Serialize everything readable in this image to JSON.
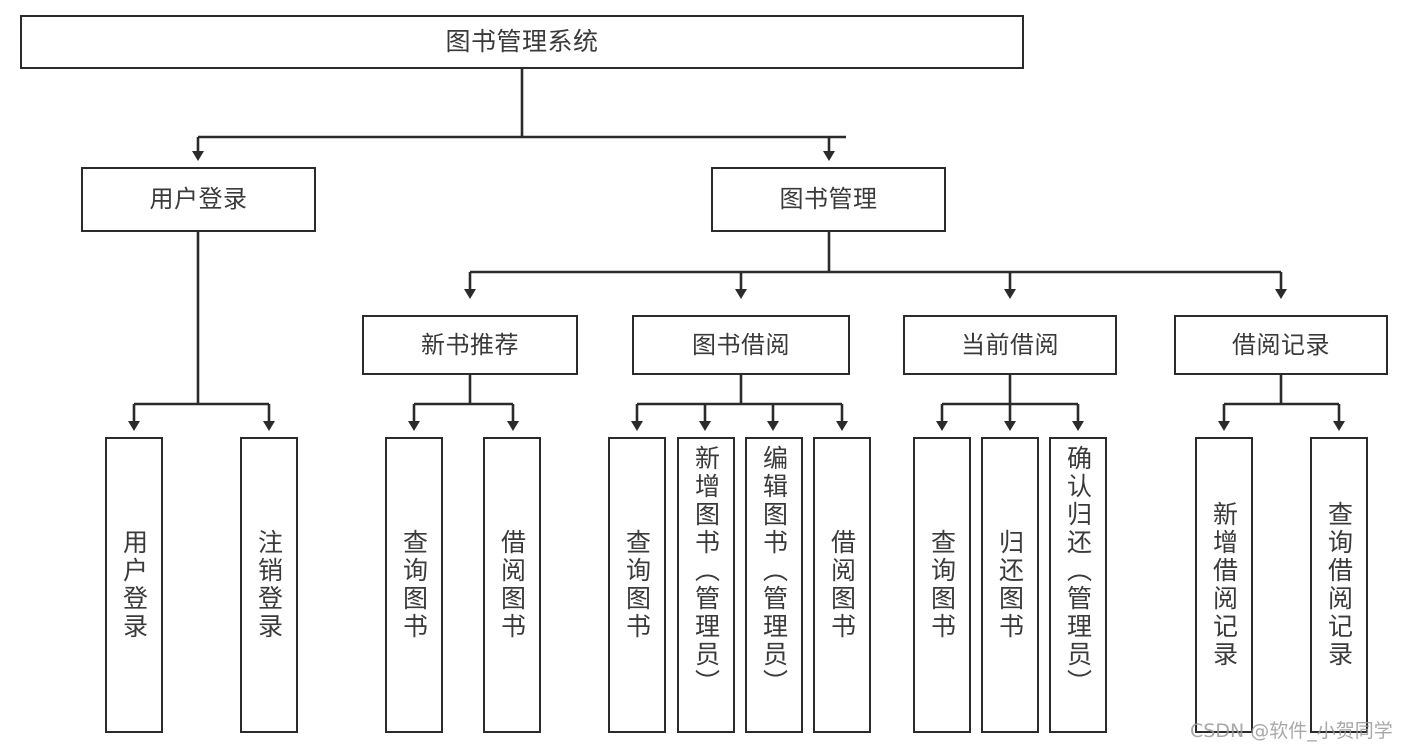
{
  "diagram": {
    "title": "图书管理系统",
    "type": "tree-hierarchy",
    "watermark": "CSDN @软件_小贺同学",
    "colors": {
      "box_border": "#2b2b2b",
      "box_fill": "#ffffff",
      "connector": "#2b2b2b",
      "text": "#3a3a3a",
      "watermark": "#9a9a9a",
      "background": "#ffffff"
    },
    "nodes": {
      "root": {
        "label": "图书管理系统"
      },
      "level2": [
        {
          "label": "用户登录"
        },
        {
          "label": "图书管理"
        }
      ],
      "level3": [
        {
          "label": "新书推荐"
        },
        {
          "label": "图书借阅"
        },
        {
          "label": "当前借阅"
        },
        {
          "label": "借阅记录"
        }
      ],
      "leaves": {
        "user_login": [
          {
            "label": "用户登录"
          },
          {
            "label": "注销登录"
          }
        ],
        "new_book": [
          {
            "label": "查询图书"
          },
          {
            "label": "借阅图书"
          }
        ],
        "book_borrow": [
          {
            "label": "查询图书"
          },
          {
            "label": "新增图书（管理员）"
          },
          {
            "label": "编辑图书（管理员）"
          },
          {
            "label": "借阅图书"
          }
        ],
        "current_borrow": [
          {
            "label": "查询图书"
          },
          {
            "label": "归还图书"
          },
          {
            "label": "确认归还（管理员）"
          }
        ],
        "borrow_record": [
          {
            "label": "新增借阅记录"
          },
          {
            "label": "查询借阅记录"
          }
        ]
      }
    }
  }
}
